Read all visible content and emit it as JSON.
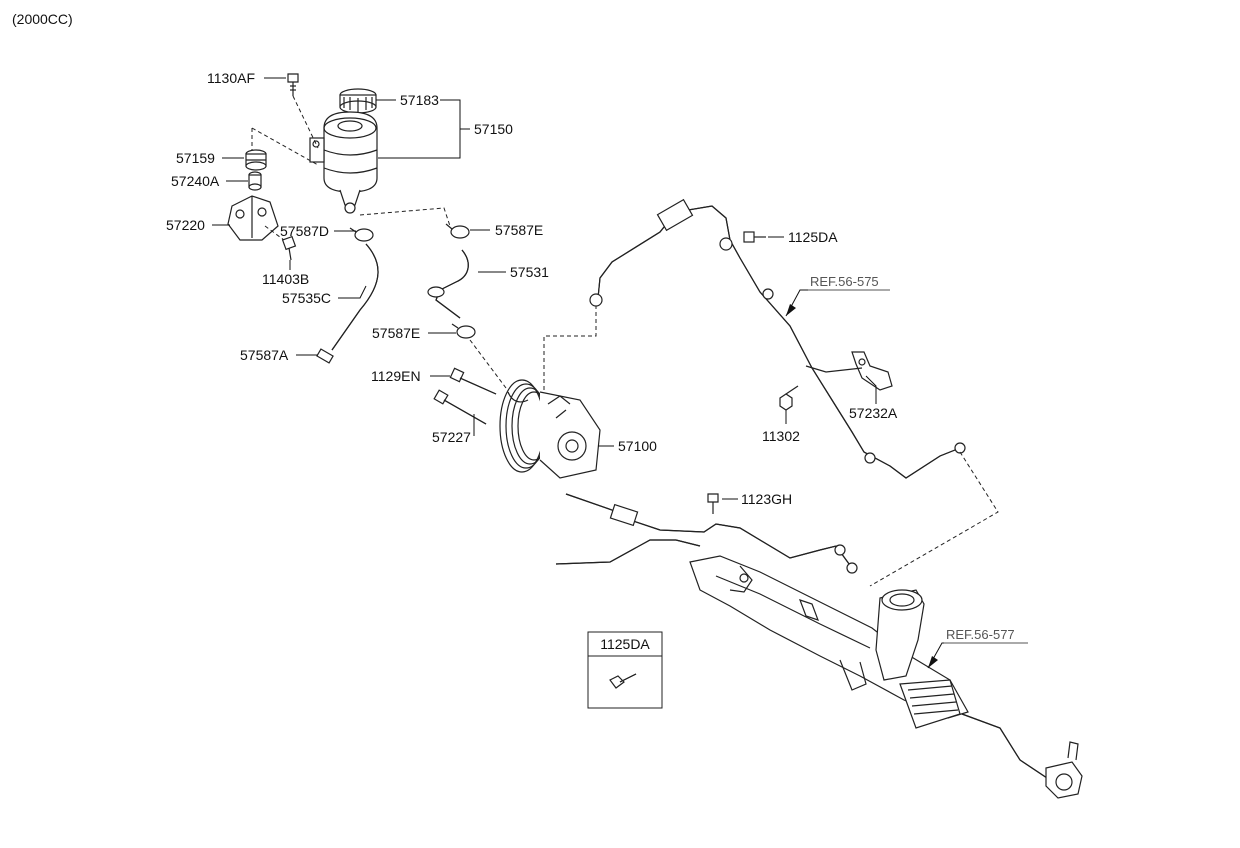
{
  "header": {
    "variant": "(2000CC)"
  },
  "labels": {
    "p1130AF": "1130AF",
    "p57183": "57183",
    "p57150": "57150",
    "p57159": "57159",
    "p57240A": "57240A",
    "p57220": "57220",
    "p57587D": "57587D",
    "p57587E_top": "57587E",
    "p11403B": "11403B",
    "p57531": "57531",
    "p57535C": "57535C",
    "p57587E_mid": "57587E",
    "p57587A": "57587A",
    "p1129EN": "1129EN",
    "p57227": "57227",
    "p57100": "57100",
    "p1125DA": "1125DA",
    "p57232A": "57232A",
    "p11302": "11302",
    "p1123GH": "1123GH"
  },
  "refs": {
    "ref575": "REF.56-575",
    "ref577": "REF.56-577"
  },
  "inset": {
    "label": "1125DA"
  }
}
